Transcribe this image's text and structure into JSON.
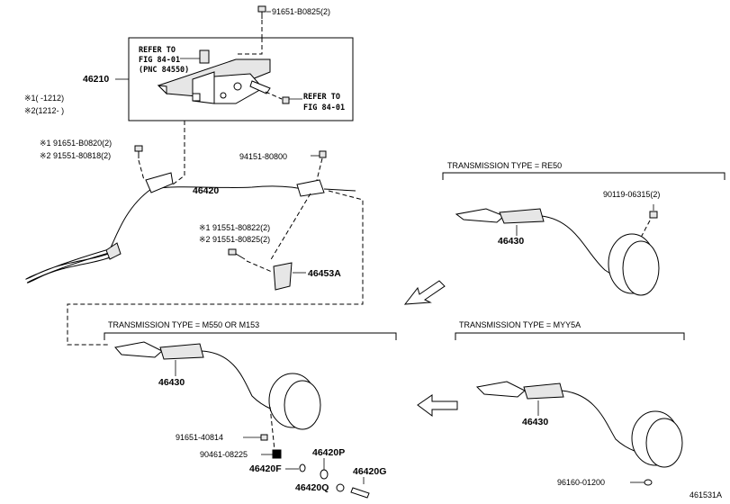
{
  "top": {
    "refer1_line1": "REFER TO",
    "refer1_line2": "FIG 84-01",
    "refer1_line3": "(PNC 84550)",
    "refer2_line1": "REFER TO",
    "refer2_line2": "FIG 84-01",
    "part_46210": "46210",
    "bolt_label": "91651-B0825(2)"
  },
  "legend": {
    "l1": "※1(    -1212)",
    "l2": "※2(1212-    )"
  },
  "cable": {
    "bolt1": "※1 91651-B0820(2)",
    "bolt2": "※2 91551-80818(2)",
    "part_46420": "46420",
    "nut_label": "94151-80800",
    "bolt3": "※1 91551-80822(2)",
    "bolt4": "※2 91551-80825(2)",
    "part_46453A": "46453A"
  },
  "sections": {
    "re50": {
      "title": "TRANSMISSION TYPE = RE50",
      "bolt": "90119-06315(2)",
      "part": "46430"
    },
    "m550": {
      "title": "TRANSMISSION TYPE = M550 OR M153",
      "part": "46430",
      "bolt1": "91651-40814",
      "bolt2": "90461-08225",
      "p1": "46420P",
      "p2": "46420F",
      "p3": "46420Q",
      "p4": "46420G"
    },
    "myy5a": {
      "title": "TRANSMISSION TYPE = MYY5A",
      "part": "46430",
      "bolt": "96160-01200"
    }
  },
  "footer": {
    "id": "461531A"
  }
}
